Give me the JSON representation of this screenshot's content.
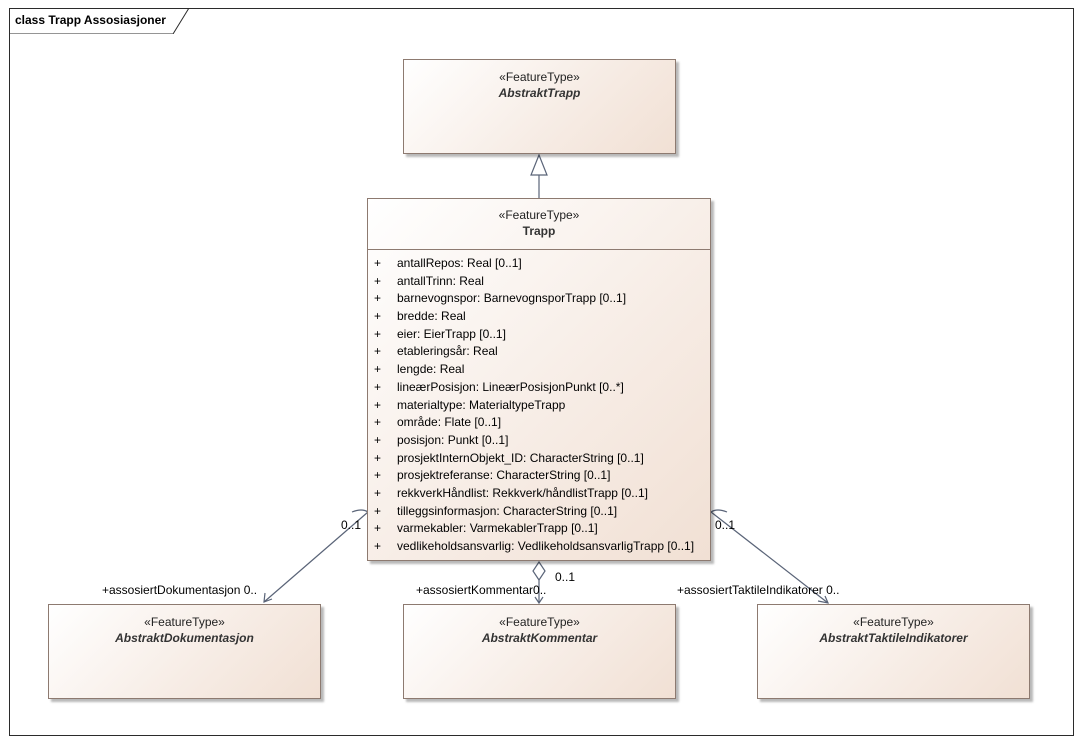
{
  "diagram": {
    "title": "class Trapp Assosiasjoner"
  },
  "classes": {
    "abstrakt_trapp": {
      "stereotype": "«FeatureType»",
      "name": "AbstraktTrapp"
    },
    "trapp": {
      "stereotype": "«FeatureType»",
      "name": "Trapp",
      "attributes": [
        {
          "visibility": "+",
          "text": "antallRepos: Real [0..1]"
        },
        {
          "visibility": "+",
          "text": "antallTrinn: Real"
        },
        {
          "visibility": "+",
          "text": "barnevognspor: BarnevognsporTrapp [0..1]"
        },
        {
          "visibility": "+",
          "text": "bredde: Real"
        },
        {
          "visibility": "+",
          "text": "eier: EierTrapp [0..1]"
        },
        {
          "visibility": "+",
          "text": "etableringsår: Real"
        },
        {
          "visibility": "+",
          "text": "lengde: Real"
        },
        {
          "visibility": "+",
          "text": "lineærPosisjon: LineærPosisjonPunkt [0..*]"
        },
        {
          "visibility": "+",
          "text": "materialtype: MaterialtypeTrapp"
        },
        {
          "visibility": "+",
          "text": "område: Flate [0..1]"
        },
        {
          "visibility": "+",
          "text": "posisjon: Punkt [0..1]"
        },
        {
          "visibility": "+",
          "text": "prosjektInternObjekt_ID: CharacterString [0..1]"
        },
        {
          "visibility": "+",
          "text": "prosjektreferanse: CharacterString [0..1]"
        },
        {
          "visibility": "+",
          "text": "rekkverkHåndlist: Rekkverk/håndlistTrapp [0..1]"
        },
        {
          "visibility": "+",
          "text": "tilleggsinformasjon: CharacterString [0..1]"
        },
        {
          "visibility": "+",
          "text": "varmekabler: VarmekablerTrapp [0..1]"
        },
        {
          "visibility": "+",
          "text": "vedlikeholdsansvarlig: VedlikeholdsansvarligTrapp [0..1]"
        }
      ]
    },
    "abstrakt_dokumentasjon": {
      "stereotype": "«FeatureType»",
      "name": "AbstraktDokumentasjon"
    },
    "abstrakt_kommentar": {
      "stereotype": "«FeatureType»",
      "name": "AbstraktKommentar"
    },
    "abstrakt_taktile": {
      "stereotype": "«FeatureType»",
      "name": "AbstraktTaktileIndikatorer"
    }
  },
  "associations": {
    "dokumentasjon": {
      "source_multiplicity": "0..1",
      "role": "+assosiertDokumentasjon",
      "target_multiplicity": "0.."
    },
    "kommentar": {
      "source_multiplicity": "0..1",
      "role": "+assosiertKommentar",
      "target_multiplicity": "0.."
    },
    "taktile": {
      "source_multiplicity": "0..1",
      "role": "+assosiertTaktileIndikatorer",
      "target_multiplicity": "0.."
    }
  },
  "colors": {
    "line": "#5a6478",
    "class_border": "#8d7a70",
    "class_fill_light": "#ffffff",
    "class_fill_dark": "#f1e0d4"
  }
}
